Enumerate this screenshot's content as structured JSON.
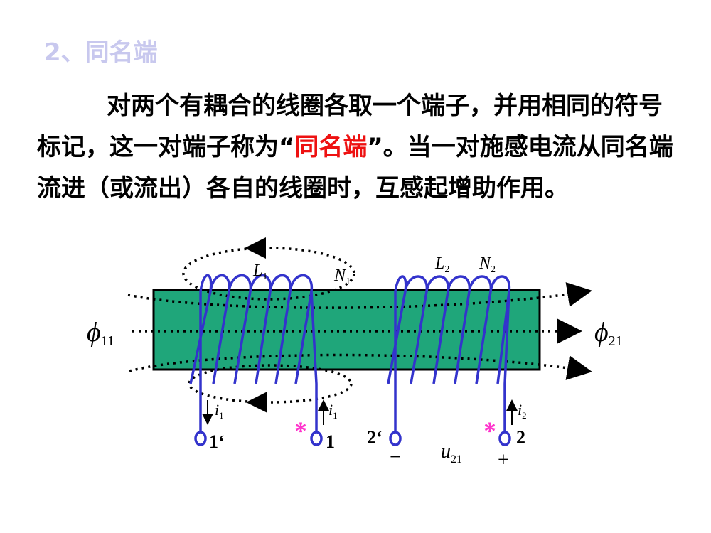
{
  "heading": "2、同名端",
  "paragraph": {
    "part1": "对两个有耦合的线圈各取一个端子，并用相同的符号标记，这一对端子称为“",
    "highlight": "同名端",
    "part2": "”。当一对施感电流从同名端流进（或流出）各自的线圈时，互感起增助作用。"
  },
  "figure": {
    "flux_left": {
      "symbol": "ϕ",
      "sub": "11"
    },
    "flux_right": {
      "symbol": "ϕ",
      "sub": "21"
    },
    "coil1": {
      "L": "L",
      "L_sub": "1",
      "N": "N",
      "N_sub": "1"
    },
    "coil2": {
      "L": "L",
      "L_sub": "2",
      "N": "N",
      "N_sub": "2"
    },
    "current_1prime": {
      "i": "i",
      "sub": "1"
    },
    "current_1": {
      "i": "i",
      "sub": "1"
    },
    "current_2": {
      "i": "i",
      "sub": "2"
    },
    "terminals": {
      "t1prime": "1‘",
      "t1": "1",
      "t2prime": "2‘",
      "t2": "2"
    },
    "dot_marks": [
      "*",
      "*"
    ],
    "voltage": {
      "u": "u",
      "sub": "21",
      "minus": "−",
      "plus": "+"
    },
    "colors": {
      "core": "#1fa67a",
      "coil": "#3333cc",
      "mark": "#ff33cc",
      "flux": "#000000"
    }
  }
}
